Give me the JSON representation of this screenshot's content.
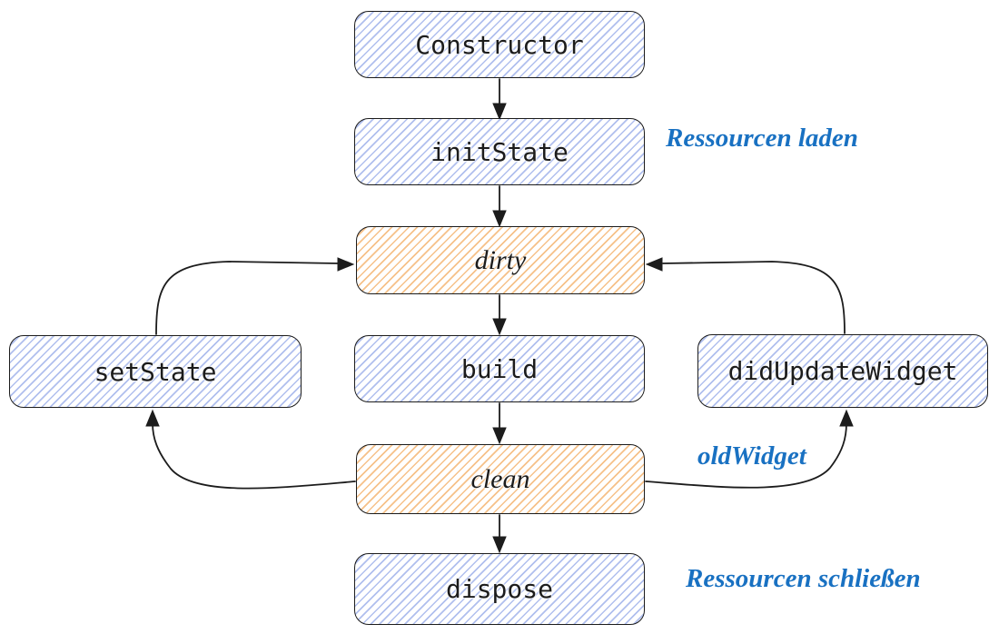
{
  "colors": {
    "stroke": "#1c1c1c",
    "hatch_blue": "#b0bfee",
    "hatch_orange": "#f6c189",
    "annotation_blue": "#1971c2"
  },
  "nodes": {
    "constructor": {
      "label": "Constructor",
      "fill": "blue",
      "text_style": "code"
    },
    "initState": {
      "label": "initState",
      "fill": "blue",
      "text_style": "code"
    },
    "dirty": {
      "label": "dirty",
      "fill": "orange",
      "text_style": "handwritten"
    },
    "build": {
      "label": "build",
      "fill": "blue",
      "text_style": "code"
    },
    "setState": {
      "label": "setState",
      "fill": "blue",
      "text_style": "code"
    },
    "didUpdateWidget": {
      "label": "didUpdateWidget",
      "fill": "blue",
      "text_style": "code"
    },
    "clean": {
      "label": "clean",
      "fill": "orange",
      "text_style": "handwritten"
    },
    "dispose": {
      "label": "dispose",
      "fill": "blue",
      "text_style": "code"
    }
  },
  "annotations": {
    "ressourcen_laden": {
      "text": "Ressourcen laden"
    },
    "old_widget": {
      "text": "oldWidget"
    },
    "ressourcen_schliessen": {
      "text": "Ressourcen schließen"
    }
  },
  "edges": [
    {
      "from": "constructor",
      "to": "initState"
    },
    {
      "from": "initState",
      "to": "dirty"
    },
    {
      "from": "dirty",
      "to": "build"
    },
    {
      "from": "build",
      "to": "clean"
    },
    {
      "from": "clean",
      "to": "dispose"
    },
    {
      "from": "setState",
      "to": "dirty"
    },
    {
      "from": "clean",
      "to": "setState"
    },
    {
      "from": "didUpdateWidget",
      "to": "dirty"
    },
    {
      "from": "clean",
      "to": "didUpdateWidget",
      "label": "oldWidget"
    }
  ]
}
